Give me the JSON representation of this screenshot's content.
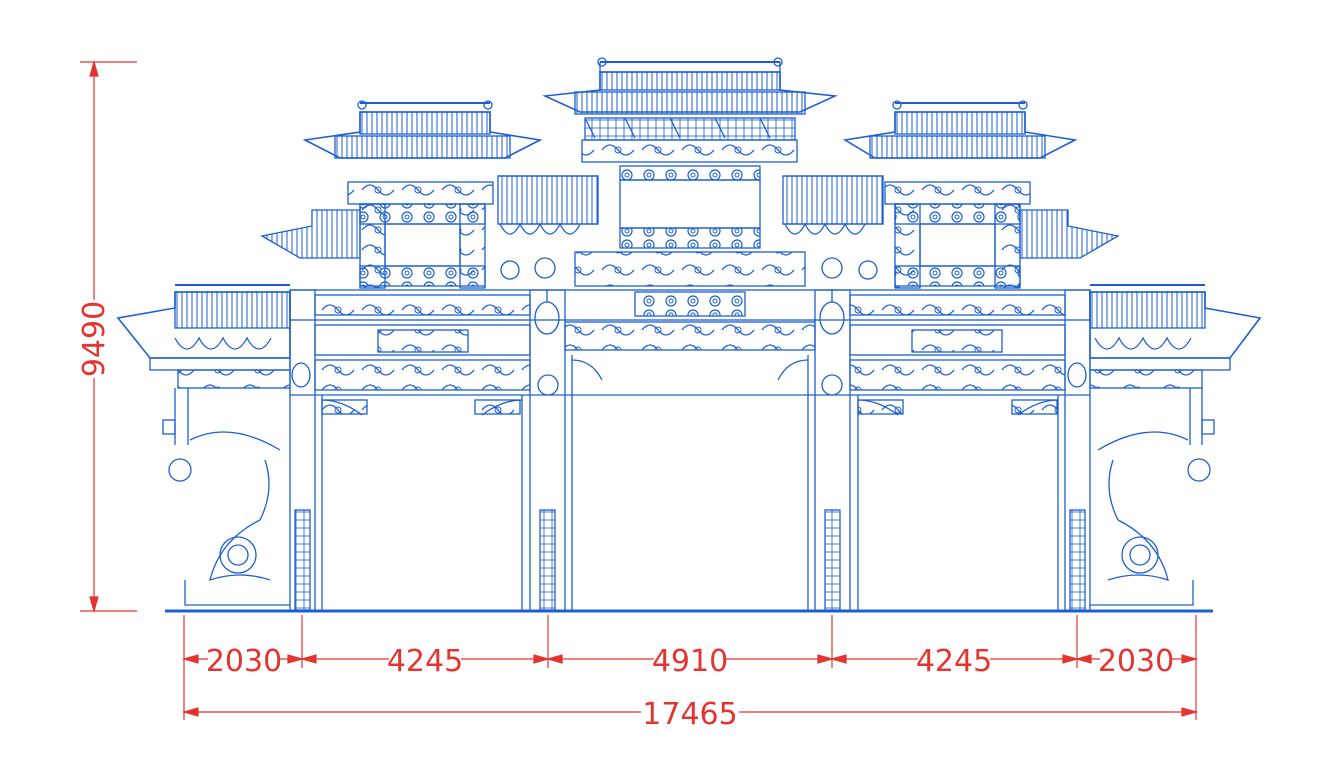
{
  "colors": {
    "background": "#ffffff",
    "structure": "#1d5fd1",
    "dimension": "#e3342f"
  },
  "dimensions": {
    "height": "9490",
    "spans": [
      "2030",
      "4245",
      "4910",
      "4245",
      "2030"
    ],
    "total": "17465"
  }
}
